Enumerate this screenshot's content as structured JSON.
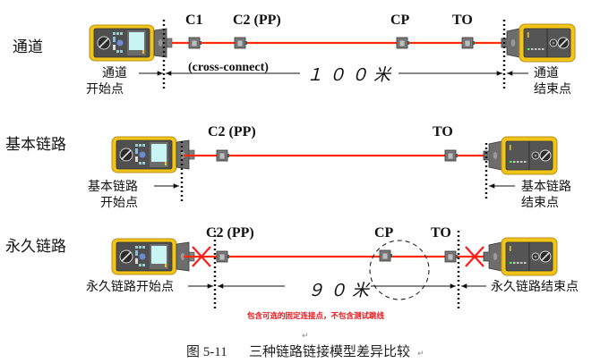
{
  "colors": {
    "cable": "#ff2a0a",
    "device_body": "#f2c418",
    "device_panel": "#5a5a5a",
    "screen": "#c8f4f4",
    "connector": "#7b7b7b",
    "cross_mark": "#ff1a1a",
    "note_text": "#e8161c"
  },
  "rows": [
    {
      "id": "channel",
      "title": "通道",
      "connectors": [
        {
          "label": "C1"
        },
        {
          "label": "C2 (PP)"
        },
        {
          "label": "CP"
        },
        {
          "label": "TO"
        }
      ],
      "sub_label": "(cross-connect)",
      "length_label": "１００米",
      "start_label": [
        "通道",
        "开始点"
      ],
      "end_label": [
        "通道",
        "结束点"
      ]
    },
    {
      "id": "basic-link",
      "title": "基本链路",
      "connectors": [
        {
          "label": "C2 (PP)"
        },
        {
          "label": "TO"
        }
      ],
      "start_label": [
        "基本链路",
        "开始点"
      ],
      "end_label": [
        "基本链路",
        "结束点"
      ]
    },
    {
      "id": "permanent-link",
      "title": "永久链路",
      "connectors": [
        {
          "label": "C2 (PP)"
        },
        {
          "label": "CP"
        },
        {
          "label": "TO"
        }
      ],
      "length_label": "９０米",
      "start_label": [
        "永久链路开始点"
      ],
      "end_label": [
        "永久链路结束点"
      ],
      "note": "包含可选的固定连接点，不包含测试跳线"
    }
  ],
  "caption": {
    "figure_no": "图 5-11",
    "text": "三种链路链接模型差异比较"
  }
}
